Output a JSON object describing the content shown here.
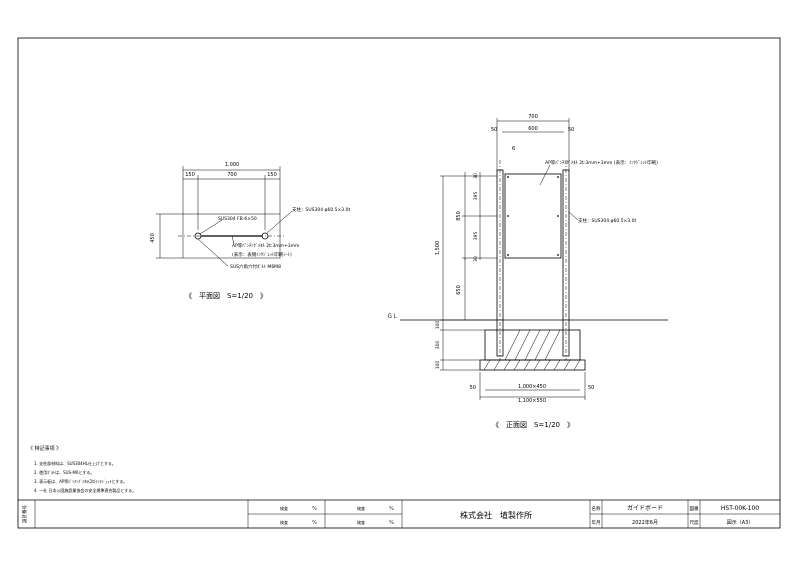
{
  "plan": {
    "title": "《　平面図　S=1/20　》",
    "dim_total": "1,000",
    "dim_left": "150",
    "dim_mid": "700",
    "dim_right": "150",
    "dim_depth": "450",
    "note_sus_fb": "SUS304 FB-6×50",
    "note_post": "支柱：SUS304 φ60.5×3.0t",
    "note_ap1": "AP等ﾊﾟﾝﾁﾝｸﾞﾒﾀﾙ 2t:3mm+3mm",
    "note_ap2": "(表示：表側ｲﾝｸｼﾞｪｯﾄ印刷ｼｰﾄ)",
    "note_bolt": "SUS六角穴付ﾎﾞﾙﾄ M6M8"
  },
  "front": {
    "title": "《　正面図　S=1/20　》",
    "dim_700": "700",
    "dim_600": "600",
    "dim_50a": "50",
    "dim_50b": "50",
    "dim_6": "6",
    "dim_30a": "30",
    "dim_395": "395",
    "dim_850": "850",
    "dim_395b": "395",
    "dim_30b": "30",
    "dim_1500": "1,500",
    "dim_650": "650",
    "dim_100a": "100",
    "dim_300": "300",
    "dim_100b": "100",
    "gl": "ＧＬ",
    "note_ap": "AP等ﾊﾟﾝﾁﾝｸﾞﾒﾀﾙ 2t:3mm+3mm (表示：ｲﾝｸｼﾞｪｯﾄ印刷)",
    "note_post": "支柱：SUS304 φ60.5×3.0t",
    "dim_found1": "1,000×450",
    "dim_found2": "1,100×550",
    "dim_50c": "50",
    "dim_50d": "50"
  },
  "notes": {
    "heading": "《 特記事項 》",
    "lines": [
      "1. 支柱部材料は、SUS304HL仕上げとする。",
      "2. 使用ﾎﾞﾙﾄは、SUS-M6とする。",
      "3. 表示板は、AP等ﾊﾟﾝﾁﾝｸﾞﾒﾀﾙ(2t)ｲﾝｸｼﾞｪｯﾄとする。",
      "4. 一社 日本公園施設業協会の安全規準適合製品とする。"
    ]
  },
  "title_block": {
    "design_label": "設計番号",
    "check_rows": [
      {
        "label": "検査",
        "mark": "⁰⁄₀"
      },
      {
        "label": "検査",
        "mark": "⁰⁄₀"
      },
      {
        "label": "検査",
        "mark": "⁰⁄₀"
      },
      {
        "label": "検査",
        "mark": "⁰⁄₀"
      }
    ],
    "company": "株式会社　埴製作所",
    "name_label": "名称",
    "name_value": "ガイドボード",
    "date_label": "年月",
    "date_value": "2022年6月",
    "drawing_label": "図番",
    "drawing_value": "HST-00K-100",
    "scale_label": "尺度",
    "scale_value": "図示（A3）"
  }
}
